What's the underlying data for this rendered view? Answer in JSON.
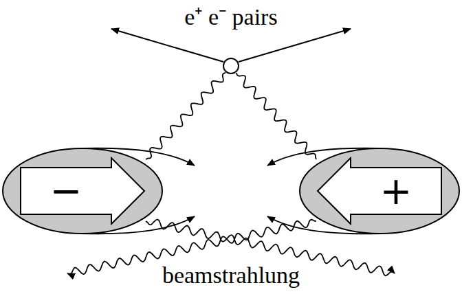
{
  "diagram": {
    "nodes": [
      {
        "text": [
          "−"
        ]
      },
      {
        "text": [
          "+"
        ]
      }
    ],
    "labels": [
      "e⁺ e⁻ pairs",
      "beamstrahlung"
    ]
  }
}
